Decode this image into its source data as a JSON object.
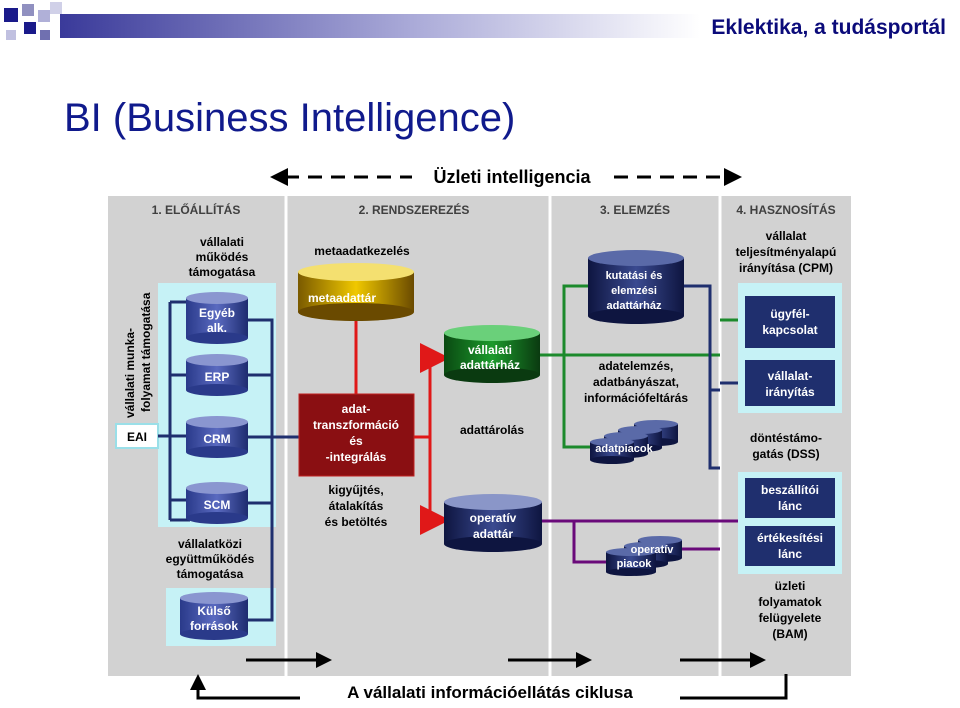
{
  "header": {
    "brand": "Eklektika, a tudásportál",
    "title": "BI (Business Intelligence)"
  },
  "colors": {
    "title_blue": "#101a8c",
    "panel_gray": "#d2d2d2",
    "navy": "#1f2f6e",
    "red": "#e01818",
    "green": "#1c8a2c",
    "purple": "#6a0a7a",
    "yellow": "#e0b800",
    "cyan_panel": "#c6f2f6",
    "dark_red": "#8a0f12"
  },
  "diagram": {
    "top_arrow_label": "Üzleti intelligencia",
    "bottom_arrow_label": "A vállalati információellátás ciklusa",
    "columns": [
      {
        "label": "1. ELŐÁLLÍTÁS"
      },
      {
        "label": "2. RENDSZEREZÉS"
      },
      {
        "label": "3. ELEMZÉS"
      },
      {
        "label": "4. HASZNOSÍTÁS"
      }
    ],
    "col1": {
      "header_lines": [
        "vállalati",
        "működés",
        "támogatása"
      ],
      "side_lines": [
        "vállalati munka-",
        "folyamat támogatása"
      ],
      "eai": "EAI",
      "systems": [
        {
          "lines": [
            "Egyéb",
            "alk."
          ]
        },
        {
          "lines": [
            "ERP"
          ]
        },
        {
          "lines": [
            "CRM"
          ]
        },
        {
          "lines": [
            "SCM"
          ]
        }
      ],
      "bottom_lines": [
        "vállalatközi",
        "együttműködés",
        "támogatása"
      ],
      "external_lines": [
        "Külső",
        "források"
      ]
    },
    "col2": {
      "meta_heading": "metaadatkezelés",
      "meta_cylinder": "metaadattár",
      "dw_lines": [
        "vállalati",
        "adattárház"
      ],
      "etl_lines": [
        "adat-",
        "transzformáció",
        "és",
        "-integrálás"
      ],
      "storage_label": "adattárolás",
      "etl_caption": [
        "kigyűjtés,",
        "átalakítás",
        "és betöltés"
      ],
      "ods_lines": [
        "operatív",
        "adattár"
      ]
    },
    "col3": {
      "research_lines": [
        "kutatási és",
        "elemzési",
        "adattárház"
      ],
      "analysis_lines": [
        "adatelemzés,",
        "adatbányászat,",
        "információfeltárás"
      ],
      "datamarts": "adatpiacok",
      "op_marts": [
        "operatív",
        "piacok"
      ]
    },
    "col4": {
      "cpm_lines": [
        "vállalat",
        "teljesítményalapú",
        "irányítása (CPM)"
      ],
      "crm_lines": [
        "ügyfél-",
        "kapcsolat"
      ],
      "mgmt_lines": [
        "vállalat-",
        "irányítás"
      ],
      "dss_lines": [
        "döntéstámo-",
        "gatás (DSS)"
      ],
      "supply_lines": [
        "beszállítói",
        "lánc"
      ],
      "sales_lines": [
        "értékesítési",
        "lánc"
      ],
      "bam_lines": [
        "üzleti",
        "folyamatok",
        "felügyelete",
        "(BAM)"
      ]
    }
  }
}
